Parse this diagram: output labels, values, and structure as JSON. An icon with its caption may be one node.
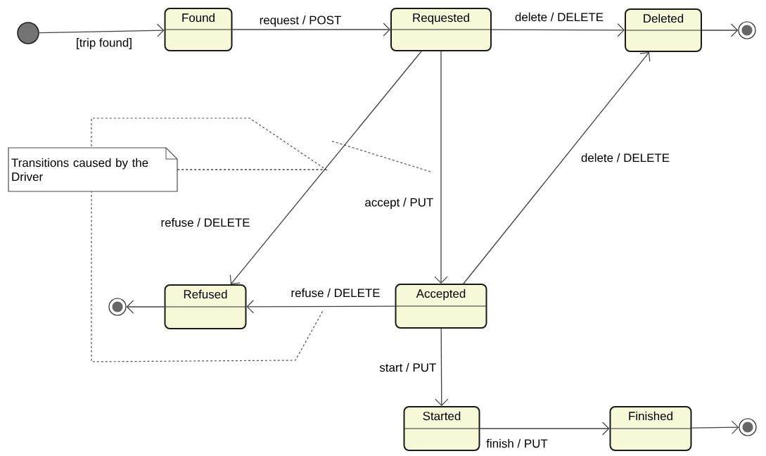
{
  "diagram": {
    "nodes": [
      {
        "text": [],
        "shape": "circle"
      },
      {
        "text": [
          "Found"
        ]
      },
      {
        "text": [
          "Requested"
        ]
      },
      {
        "text": [
          "Deleted"
        ]
      },
      {
        "text": [],
        "shape": "circle"
      },
      {
        "text": [
          "Transitions caused by the Driver"
        ]
      },
      {
        "text": [
          "Refused"
        ]
      },
      {
        "text": [],
        "shape": "circle"
      },
      {
        "text": [
          "Accepted"
        ]
      },
      {
        "text": [
          "Started"
        ]
      },
      {
        "text": [
          "Finished"
        ]
      },
      {
        "text": [],
        "shape": "circle"
      }
    ],
    "edges": [
      {
        "from": 0,
        "to": 1,
        "arrow": "to",
        "label": "[trip found]"
      },
      {
        "from": 1,
        "to": 2,
        "arrow": "to",
        "label": "request / POST"
      },
      {
        "from": 2,
        "to": 3,
        "arrow": "to",
        "label": "delete / DELETE"
      },
      {
        "from": 3,
        "to": 4,
        "arrow": "to"
      },
      {
        "from": 2,
        "to": 6,
        "arrow": "to",
        "label": "refuse / DELETE"
      },
      {
        "from": 2,
        "to": 8,
        "arrow": "to",
        "label": "accept / PUT"
      },
      {
        "from": 8,
        "to": 3,
        "arrow": "to",
        "label": "delete / DELETE"
      },
      {
        "from": 8,
        "to": 6,
        "arrow": "to",
        "label": "refuse / DELETE"
      },
      {
        "from": 6,
        "to": 7,
        "arrow": "to"
      },
      {
        "from": 8,
        "to": 9,
        "arrow": "to",
        "label": "start / PUT"
      },
      {
        "from": 9,
        "to": 10,
        "arrow": "to",
        "label": "finish / PUT"
      },
      {
        "from": 10,
        "to": 11,
        "arrow": "to"
      },
      {
        "from": 5,
        "to": null,
        "arrow": "none",
        "style": "dashed"
      }
    ]
  }
}
